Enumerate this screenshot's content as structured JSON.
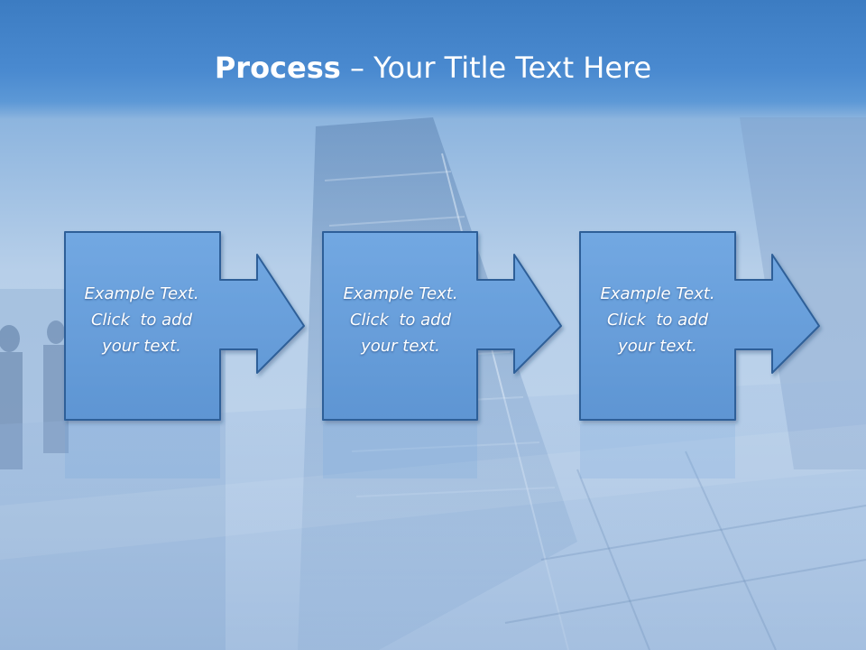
{
  "slide": {
    "title_bold": "Process",
    "title_rest": " – Your Title Text Here"
  },
  "steps": [
    {
      "line1": "Example Text.",
      "line2": "Click  to add",
      "line3": "your text."
    },
    {
      "line1": "Example Text.",
      "line2": "Click  to add",
      "line3": "your text."
    },
    {
      "line1": "Example Text.",
      "line2": "Click  to add",
      "line3": "your text."
    }
  ],
  "colors": {
    "header": "#3c7cc2",
    "box_fill": "#6aa1de",
    "box_stroke": "#2f5f98",
    "text": "#ffffff"
  },
  "icons": [
    "arrow-right-icon"
  ]
}
